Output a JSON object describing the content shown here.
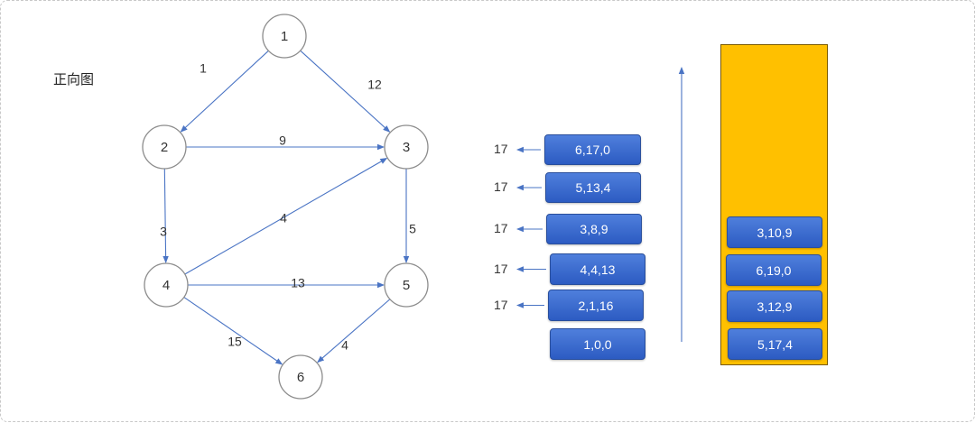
{
  "title": "正向图",
  "nodes": [
    {
      "id": "1",
      "label": "1"
    },
    {
      "id": "2",
      "label": "2"
    },
    {
      "id": "3",
      "label": "3"
    },
    {
      "id": "4",
      "label": "4"
    },
    {
      "id": "5",
      "label": "5"
    },
    {
      "id": "6",
      "label": "6"
    }
  ],
  "edges": [
    {
      "from": "1",
      "to": "2",
      "weight": "1"
    },
    {
      "from": "1",
      "to": "3",
      "weight": "12"
    },
    {
      "from": "2",
      "to": "3",
      "weight": "9"
    },
    {
      "from": "2",
      "to": "4",
      "weight": "3"
    },
    {
      "from": "4",
      "to": "3",
      "weight": "4"
    },
    {
      "from": "3",
      "to": "5",
      "weight": "5"
    },
    {
      "from": "4",
      "to": "5",
      "weight": "13"
    },
    {
      "from": "4",
      "to": "6",
      "weight": "15"
    },
    {
      "from": "5",
      "to": "6",
      "weight": "4"
    }
  ],
  "middle_stack": [
    {
      "text": "6,17,0",
      "dist": "17"
    },
    {
      "text": "5,13,4",
      "dist": "17"
    },
    {
      "text": "3,8,9",
      "dist": "17"
    },
    {
      "text": "4,4,13",
      "dist": "17"
    },
    {
      "text": "2,1,16",
      "dist": "17"
    },
    {
      "text": "1,0,0",
      "dist": ""
    }
  ],
  "queue": [
    {
      "text": "3,10,9"
    },
    {
      "text": "6,19,0"
    },
    {
      "text": "3,12,9"
    },
    {
      "text": "5,17,4"
    }
  ],
  "colors": {
    "edge": "#4a74c4",
    "box": "#3566cc",
    "queue_bg": "#ffc000",
    "node_stroke": "#8c8c8c"
  }
}
